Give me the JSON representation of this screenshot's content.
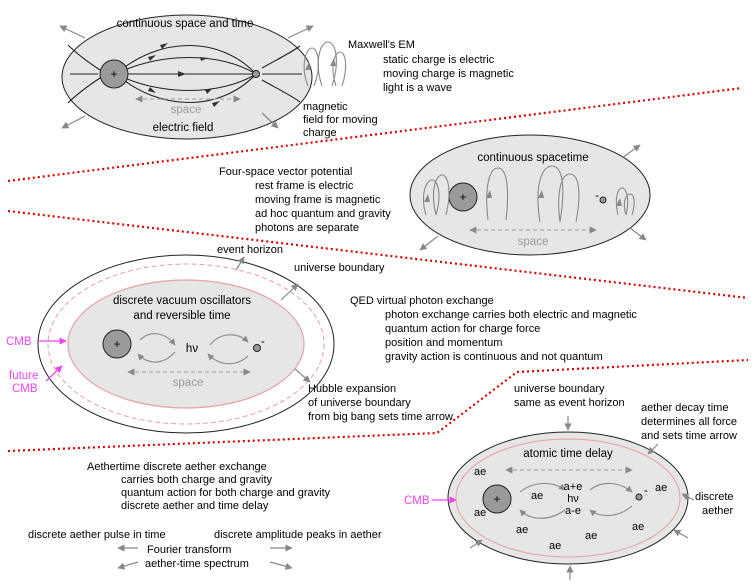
{
  "colors": {
    "ellipse_fill": "#e6e6e6",
    "outline": "#222222",
    "arrow": "#888888",
    "divider": "#dd0000",
    "cmb": "#ee44ee",
    "boundary_ring": "#e8a0a0",
    "charge_fill": "#9a9a9a"
  },
  "panel1": {
    "title": "continuous space and time",
    "charge_label": "+",
    "space_label": "space",
    "efield_label": "electric field",
    "maxwell_title": "Maxwell's EM",
    "maxwell_lines": [
      "static charge is electric",
      "moving charge is magnetic",
      "light is a wave"
    ],
    "magnetic_lines": [
      "magnetic",
      "field for moving",
      "charge"
    ]
  },
  "panel2": {
    "title": "continuous spacetime",
    "space_label": "space",
    "charge_label": "+",
    "electron_label": "-",
    "heading": "Four-space vector potential",
    "lines": [
      "rest frame is electric",
      "moving frame is magnetic",
      "ad hoc quantum and gravity",
      "photons are separate"
    ]
  },
  "panel3": {
    "event_horizon": "event horizon",
    "universe_boundary": "universe boundary",
    "title_lines": [
      "discrete vacuum oscillators",
      "and reversible time"
    ],
    "charge_label": "+",
    "hv_label": "hν",
    "electron_label": "-",
    "space_label": "space",
    "cmb_label": "CMB",
    "future_cmb_lines": [
      "future",
      "CMB"
    ],
    "qed_heading": "QED virtual photon exchange",
    "qed_lines": [
      "photon exchange carries both electric and magnetic",
      "quantum action for charge force",
      "position and momentum",
      "gravity action is continuous and not quantum"
    ],
    "hubble_lines": [
      "Hubble expansion",
      "of universe boundary",
      "from big bang sets time arrow"
    ]
  },
  "panel4": {
    "boundary_lines": [
      "universe boundary",
      "same as event horizon"
    ],
    "decay_lines": [
      "aether decay time",
      "determines all force",
      "and sets time arrow"
    ],
    "atomic_label": "atomic time delay",
    "charge_label": "+",
    "electron_label": "-",
    "cmb_label": "CMB",
    "ae_label": "ae",
    "center_lines": [
      "a+e",
      "hν",
      "a-e"
    ],
    "discrete_lines": [
      "discrete",
      "aether"
    ],
    "heading": "Aethertime discrete aether exchange",
    "lines": [
      "carries both charge and gravity",
      "quantum action for both charge and gravity",
      "discrete aether and time delay"
    ],
    "pulse_label": "discrete aether pulse in time",
    "amplitude_label": "discrete amplitude peaks in aether",
    "fourier_lines": [
      "Fourier transform",
      "aether-time spectrum"
    ]
  }
}
